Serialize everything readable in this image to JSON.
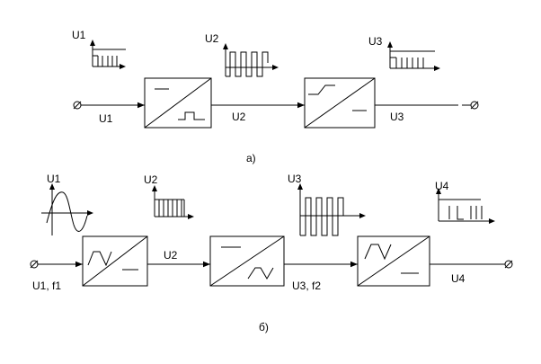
{
  "diagram_a": {
    "caption": "a)",
    "signal_labels": {
      "u1_wave": "U1",
      "u2_wave": "U2",
      "u3_wave": "U3",
      "u1_line": "U1",
      "u2_line": "U2",
      "u3_line": "U3"
    }
  },
  "diagram_b": {
    "caption": "б)",
    "signal_labels": {
      "u1_wave": "U1",
      "u2_wave": "U2",
      "u3_wave": "U3",
      "u4_wave": "U4",
      "u1_line": "U1, f1",
      "u2_line": "U2",
      "u3_line": "U3, f2",
      "u4_line": "U4"
    }
  }
}
